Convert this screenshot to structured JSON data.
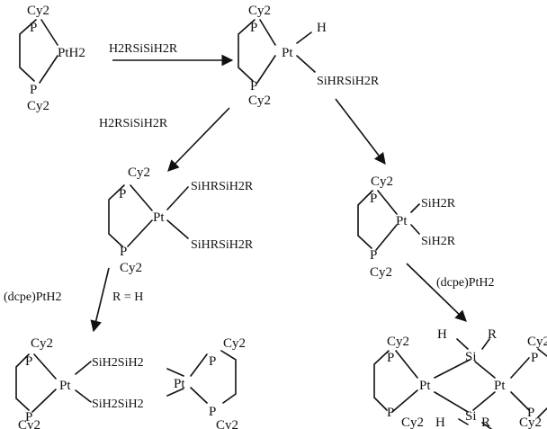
{
  "labels": {
    "cy2": "Cy2",
    "p": "P",
    "pt": "Pt",
    "si": "Si",
    "h": "H",
    "r": "R",
    "pth2": "PtH2",
    "silyl": "SiHRSiH2R",
    "sih2r": "SiH2R",
    "sih2sih2": "SiH2SiH2"
  },
  "reagents": {
    "disilane": "H2RSiSiH2R",
    "dcpe_pth2": "(dcpe)PtH2",
    "r_equals_h": "R = H"
  }
}
